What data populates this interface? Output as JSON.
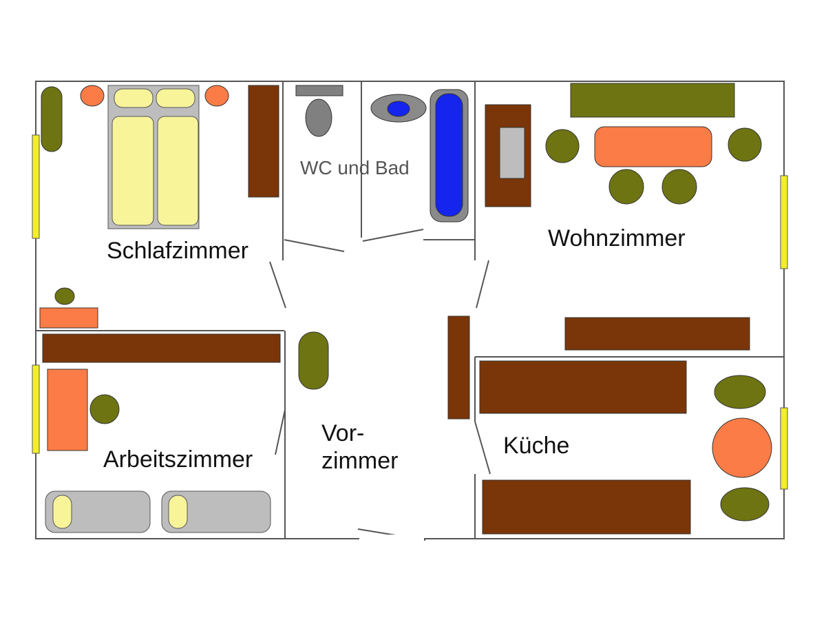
{
  "rooms": {
    "schlafzimmer": "Schlafzimmer",
    "wc_bad": "WC und Bad",
    "wohnzimmer": "Wohnzimmer",
    "arbeitszimmer": "Arbeitszimmer",
    "vorzimmer_1": "Vor-",
    "vorzimmer_2": "zimmer",
    "kueche": "Küche"
  },
  "colors": {
    "wall": "#555555",
    "window": "#f2ee2a",
    "brown": "#7a3608",
    "olive": "#6e7412",
    "orange": "#fb7c46",
    "bed_yellow": "#f8f49a",
    "grey": "#bdbdbd",
    "dark_grey": "#808080",
    "blue": "#1525ee",
    "bath_frame": "#8a8a8a"
  }
}
